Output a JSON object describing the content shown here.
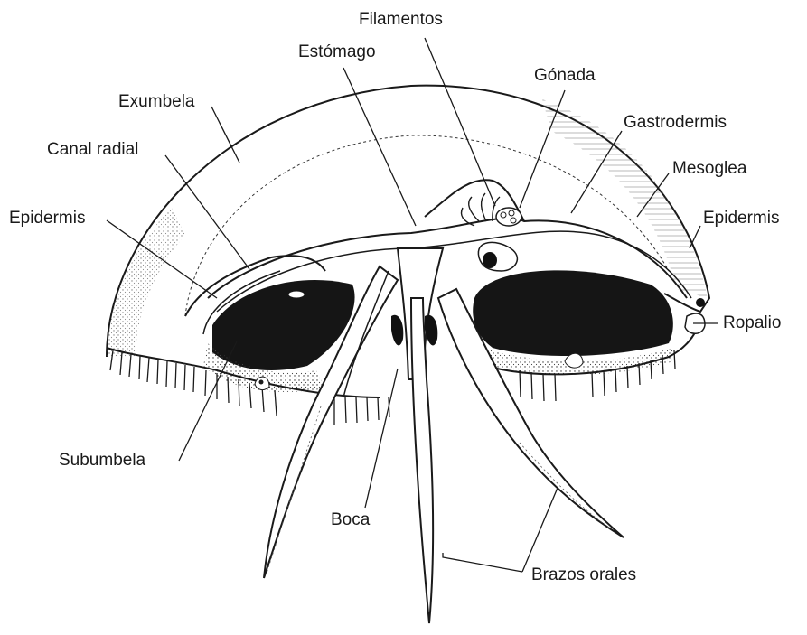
{
  "labels": {
    "filamentos": "Filamentos",
    "estomago": "Estómago",
    "gonada": "Gónada",
    "exumbela": "Exumbela",
    "gastrodermis": "Gastrodermis",
    "canal_radial": "Canal radial",
    "mesoglea": "Mesoglea",
    "epidermis_left": "Epidermis",
    "epidermis_right": "Epidermis",
    "ropalio": "Ropalio",
    "subumbela": "Subumbela",
    "boca": "Boca",
    "brazos_orales": "Brazos orales"
  },
  "colors": {
    "ink": "#1a1a1a",
    "shade": "#222222",
    "background": "#ffffff"
  }
}
